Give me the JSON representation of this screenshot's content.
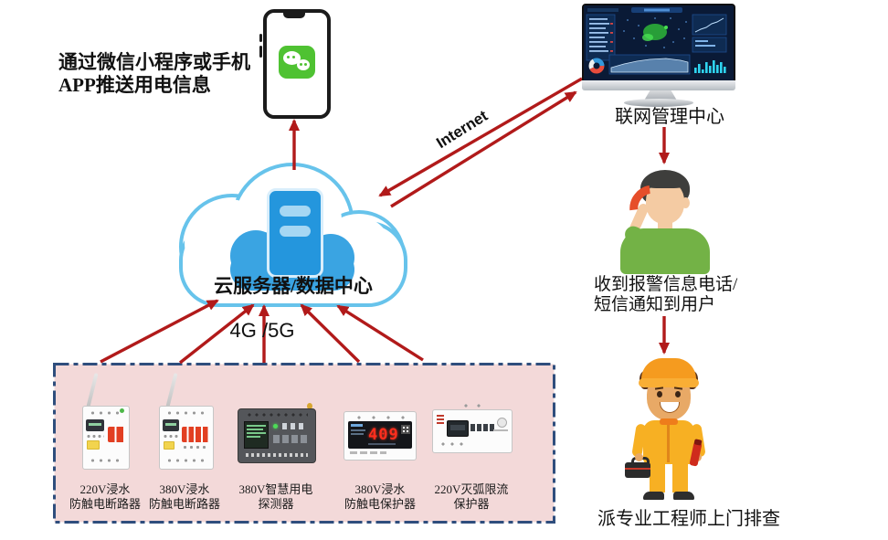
{
  "left_note": {
    "line1": "通过微信小程序或手机",
    "line2": "APP推送用电信息"
  },
  "links": {
    "internet_label": "Internet",
    "cellular_label": "4G /5G"
  },
  "cloud": {
    "label": "云服务器/数据中心"
  },
  "monitor": {
    "label": "联网管理中心"
  },
  "alert_note": {
    "line1": "收到报警信息电话/",
    "line2": "短信通知到用户"
  },
  "dispatch_note": {
    "label": "派专业工程师上门排查"
  },
  "devices": [
    {
      "label_line1": "220V浸水",
      "label_line2": "防触电断路器"
    },
    {
      "label_line1": "380V浸水",
      "label_line2": "防触电断路器"
    },
    {
      "label_line1": "380V智慧用电",
      "label_line2": "探测器"
    },
    {
      "label_line1": "380V浸水",
      "label_line2": "防触电保护器",
      "display_value": "409"
    },
    {
      "label_line1": "220V灭弧限流",
      "label_line2": "保护器"
    }
  ],
  "icons": {
    "wechat_app": "wechat-icon (two green chat bubbles)",
    "cloud_server": "cloud-server-icon",
    "phone_handset": "red-handset-icon",
    "dashboard": "network-dashboard-screen"
  },
  "colors": {
    "arrow_red": "#b11a1a",
    "cloud_stroke": "#67c3eb",
    "cloud_inner": "#3aa4e2",
    "server_blue": "#2496dd",
    "wechat_green": "#4fc232",
    "box_fill": "#f3d9d9",
    "box_border": "#2f4e7d",
    "shirt_green": "#73b246",
    "suit_orange": "#f7b023",
    "display_red": "#ff2e1e"
  }
}
